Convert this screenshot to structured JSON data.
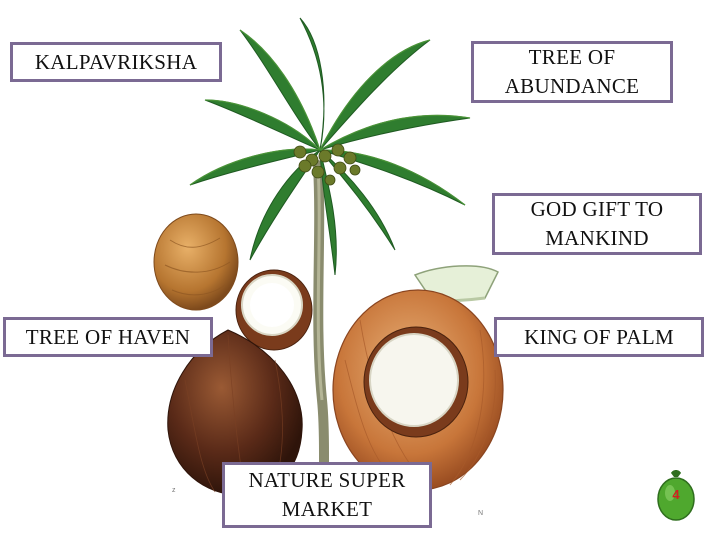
{
  "labels": {
    "kalpavriksha": "KALPAVRIKSHA",
    "abundance": "TREE OF\nABUNDANCE",
    "god_gift": "GOD GIFT TO\nMANKIND",
    "haven": "TREE OF HAVEN",
    "king": "KING OF PALM",
    "market": "NATURE SUPER\nMARKET"
  },
  "page_number": "4",
  "colors": {
    "border": "#7b6a93",
    "leaf_dark": "#1f6b2a",
    "leaf_light": "#4f9a3a",
    "trunk": "#8a8c6e",
    "husk": "#c8763a",
    "shell_dark": "#5a2a18",
    "badge_green": "#4fa82e",
    "page_red": "#d22020"
  },
  "icons": {
    "tree": "coconut-palm-illustration",
    "badge": "green-coconut-icon"
  }
}
